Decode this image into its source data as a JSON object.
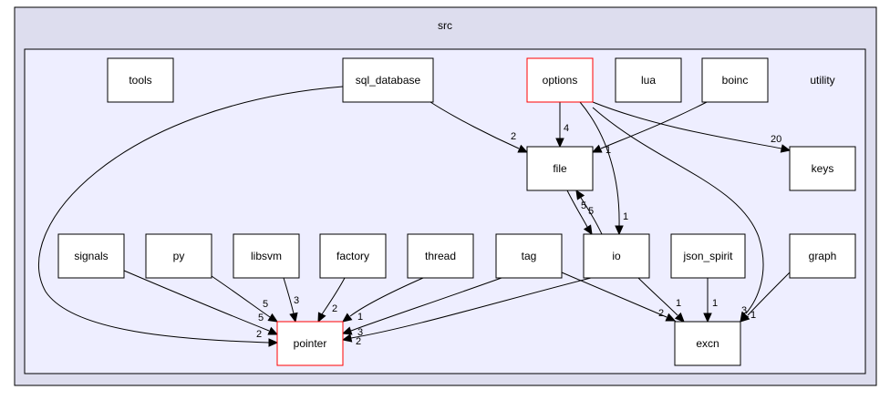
{
  "diagram": {
    "outer_cluster": {
      "label": "src"
    },
    "inner_cluster": {
      "label": "utility"
    },
    "nodes": [
      {
        "id": "tools",
        "label": "tools",
        "highlight": false
      },
      {
        "id": "sql_database",
        "label": "sql_database",
        "highlight": false
      },
      {
        "id": "options",
        "label": "options",
        "highlight": true
      },
      {
        "id": "lua",
        "label": "lua",
        "highlight": false
      },
      {
        "id": "boinc",
        "label": "boinc",
        "highlight": false
      },
      {
        "id": "file",
        "label": "file",
        "highlight": false
      },
      {
        "id": "keys",
        "label": "keys",
        "highlight": false
      },
      {
        "id": "signals",
        "label": "signals",
        "highlight": false
      },
      {
        "id": "py",
        "label": "py",
        "highlight": false
      },
      {
        "id": "libsvm",
        "label": "libsvm",
        "highlight": false
      },
      {
        "id": "factory",
        "label": "factory",
        "highlight": false
      },
      {
        "id": "thread",
        "label": "thread",
        "highlight": false
      },
      {
        "id": "tag",
        "label": "tag",
        "highlight": false
      },
      {
        "id": "io",
        "label": "io",
        "highlight": false
      },
      {
        "id": "json_spirit",
        "label": "json_spirit",
        "highlight": false
      },
      {
        "id": "graph",
        "label": "graph",
        "highlight": false
      },
      {
        "id": "pointer",
        "label": "pointer",
        "highlight": true
      },
      {
        "id": "excn",
        "label": "excn",
        "highlight": false
      }
    ],
    "edges": [
      {
        "id": "sql_database-pointer",
        "from": "sql_database",
        "to": "pointer",
        "label": "2"
      },
      {
        "id": "sql_database-file",
        "from": "sql_database",
        "to": "file",
        "label": "2"
      },
      {
        "id": "options-file",
        "from": "options",
        "to": "file",
        "label": "4"
      },
      {
        "id": "options-io",
        "from": "options",
        "to": "io",
        "label": "1"
      },
      {
        "id": "options-keys",
        "from": "options",
        "to": "keys",
        "label": "20"
      },
      {
        "id": "options-excn",
        "from": "options",
        "to": "excn",
        "label": "3"
      },
      {
        "id": "boinc-file",
        "from": "boinc",
        "to": "file",
        "label": "1"
      },
      {
        "id": "file-io",
        "from": "file",
        "to": "io",
        "label": "5"
      },
      {
        "id": "io-file",
        "from": "io",
        "to": "file",
        "label": "5"
      },
      {
        "id": "signals-pointer",
        "from": "signals",
        "to": "pointer",
        "label": "5"
      },
      {
        "id": "py-pointer",
        "from": "py",
        "to": "pointer",
        "label": "5"
      },
      {
        "id": "libsvm-pointer",
        "from": "libsvm",
        "to": "pointer",
        "label": "3"
      },
      {
        "id": "factory-pointer",
        "from": "factory",
        "to": "pointer",
        "label": "2"
      },
      {
        "id": "thread-pointer",
        "from": "thread",
        "to": "pointer",
        "label": "1"
      },
      {
        "id": "tag-pointer",
        "from": "tag",
        "to": "pointer",
        "label": "3"
      },
      {
        "id": "tag-excn",
        "from": "tag",
        "to": "excn",
        "label": "2"
      },
      {
        "id": "io-pointer",
        "from": "io",
        "to": "pointer",
        "label": "2"
      },
      {
        "id": "io-excn",
        "from": "io",
        "to": "excn",
        "label": "1"
      },
      {
        "id": "json_spirit-excn",
        "from": "json_spirit",
        "to": "excn",
        "label": "1"
      },
      {
        "id": "graph-excn",
        "from": "graph",
        "to": "excn",
        "label": "1"
      }
    ]
  }
}
